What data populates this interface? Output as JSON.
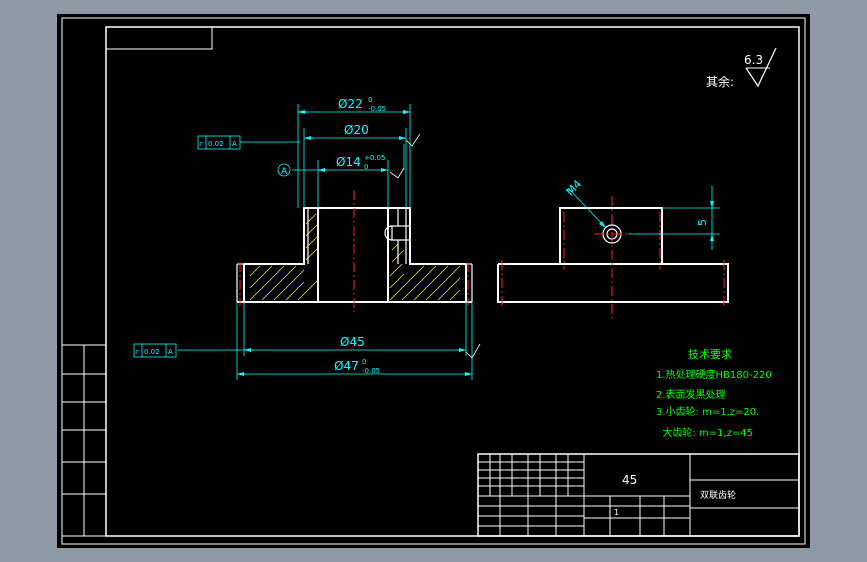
{
  "colors": {
    "background": "#8d9aa6",
    "paper": "#000000",
    "frame": "#ffffff",
    "outline": "#ffffff",
    "dimension": "#00ffff",
    "centerline": "#ff2020",
    "hatch": "#ffff00",
    "text_green": "#00ff00"
  },
  "roughness": {
    "prefix": "其余:",
    "value": "6.3"
  },
  "dimensions": {
    "d22": "Ø22",
    "d22_upper": "0",
    "d22_lower": "-0.05",
    "d20": "Ø20",
    "d14": "Ø14",
    "d14_upper": "+0.05",
    "d14_lower": "0",
    "d45": "Ø45",
    "d47": "Ø47",
    "d47_upper": "0",
    "d47_lower": "-0.05",
    "datum": "A",
    "height_5": "5",
    "tap": "M4"
  },
  "tolerance_frames": {
    "top": {
      "symbol": "r",
      "value": "0.02",
      "datum": "A"
    },
    "bottom": {
      "symbol": "r",
      "value": "0.02",
      "datum": "A"
    }
  },
  "tech_requirements": {
    "title": "技术要求",
    "lines": [
      "1.热处理硬度HB180-220",
      "2.表面发黑处理",
      "3.小齿轮: m=1,z=20.",
      "  大齿轮: m=1,z=45"
    ]
  },
  "title_block": {
    "material": "45",
    "part_name": "双联齿轮",
    "scale": "1"
  }
}
